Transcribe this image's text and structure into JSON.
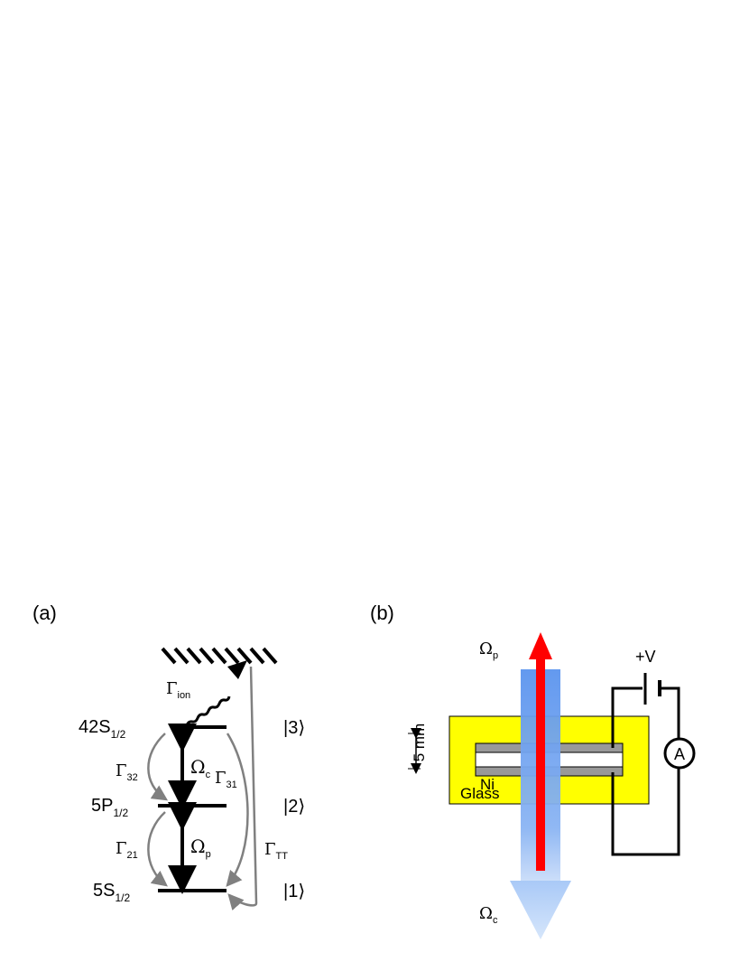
{
  "colors": {
    "level_line": "#000000",
    "decay_arrow": "#808080",
    "laser_red": "#ff0000",
    "laser_blue": "#5b94ee",
    "glass_fill": "#ffff00",
    "electrode_fill": "#999999",
    "wire": "#000000"
  },
  "panel_a": {
    "label": "(a)",
    "levels": [
      {
        "name_main": "42S",
        "name_sub": "1/2",
        "ket": "|3⟩"
      },
      {
        "name_main": "5P",
        "name_sub": "1/2",
        "ket": "|2⟩"
      },
      {
        "name_main": "5S",
        "name_sub": "1/2",
        "ket": "|1⟩"
      }
    ],
    "couplings": {
      "control": {
        "sym": "Ω",
        "sub": "c"
      },
      "probe": {
        "sym": "Ω",
        "sub": "p"
      }
    },
    "rates": {
      "ion": {
        "sym": "Γ",
        "sub": "ion"
      },
      "g32": {
        "sym": "Γ",
        "sub": "32"
      },
      "g31": {
        "sym": "Γ",
        "sub": "31"
      },
      "g21": {
        "sym": "Γ",
        "sub": "21"
      },
      "gtt": {
        "sym": "Γ",
        "sub": "TT"
      }
    }
  },
  "panel_b": {
    "label": "(b)",
    "probe_beam": {
      "sym": "Ω",
      "sub": "p"
    },
    "control_beam": {
      "sym": "Ω",
      "sub": "c"
    },
    "voltage_label": "+V",
    "ammeter_label": "A",
    "electrode_label": "Ni",
    "cell_label": "Glass",
    "spacing_label": "5 mm"
  }
}
